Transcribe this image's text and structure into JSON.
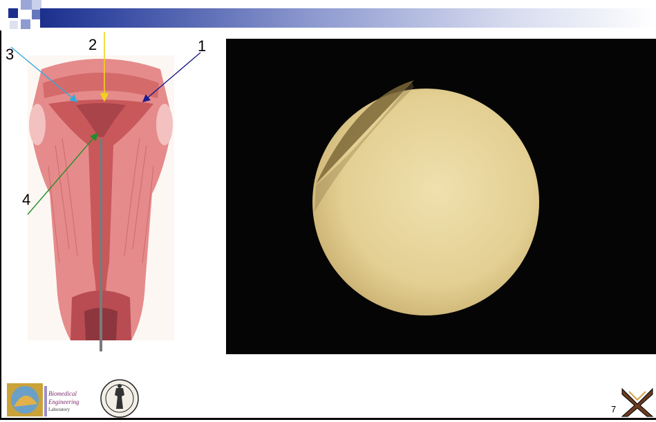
{
  "labels": {
    "n1": "1",
    "n2": "2",
    "n3": "3",
    "n4": "4"
  },
  "footer": {
    "page_number": "7",
    "lab_logo_text": "Biomedical Engineering Laboratory"
  },
  "colors": {
    "header_dark": "#1c2f8c",
    "arrow_1": "#1a1a8c",
    "arrow_2": "#f2d21a",
    "arrow_3": "#33aadd",
    "arrow_4": "#1f8f2a",
    "tissue": "#e58b8b",
    "photo_bg": "#050505",
    "photo_disc": "#e9d8a0"
  },
  "icons": [
    "header-squares-icon",
    "lab-logo-icon",
    "university-seal-icon",
    "corner-logo-icon"
  ]
}
